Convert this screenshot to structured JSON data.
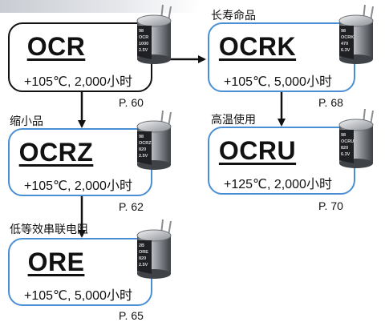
{
  "nodes": [
    {
      "id": "ocr",
      "title": "OCR",
      "spec": "+105℃, 2,000小时",
      "page": "P. 60",
      "caption": "",
      "cap_lines": [
        "98",
        "OCR",
        "1000",
        "2.5V"
      ]
    },
    {
      "id": "ocrk",
      "title": "OCRK",
      "spec": "+105℃, 5,000小时",
      "page": "P. 68",
      "caption": "长寿命品",
      "cap_lines": [
        "98",
        "OCRK",
        "470",
        "6.3V"
      ]
    },
    {
      "id": "ocrz",
      "title": "OCRZ",
      "spec": "+105℃, 2,000小时",
      "page": "P. 62",
      "caption": "缩小品",
      "cap_lines": [
        "98",
        "OCRZ",
        "820",
        "2.5V"
      ]
    },
    {
      "id": "ocru",
      "title": "OCRU",
      "spec": "+125℃, 2,000小时",
      "page": "P. 70",
      "caption": "高温使用",
      "cap_lines": [
        "98",
        "OCRU",
        "820",
        "6.3V"
      ]
    },
    {
      "id": "ore",
      "title": "ORE",
      "spec": "+105℃, 5,000小时",
      "page": "P. 65",
      "caption": "低等效串联电阻",
      "cap_lines": [
        "2B",
        "ORE",
        "820",
        "2.5V"
      ]
    }
  ],
  "edges": [
    {
      "from": "ocr",
      "to": "ocrk"
    },
    {
      "from": "ocr",
      "to": "ocrz"
    },
    {
      "from": "ocrk",
      "to": "ocru"
    },
    {
      "from": "ocrz",
      "to": "ore"
    }
  ],
  "colors": {
    "root_border": "#111111",
    "child_border": "#4a8fd3",
    "arrow": "#111111"
  }
}
